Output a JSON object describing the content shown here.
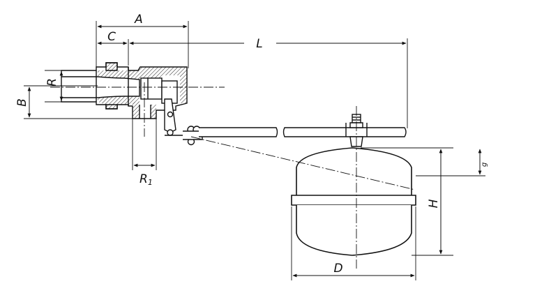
{
  "dimensions": {
    "A": "A",
    "C": "C",
    "L": "L",
    "R": "R",
    "B": "B",
    "R1_letter": "R",
    "R1_sub": "1",
    "g": "g",
    "H": "H",
    "D": "D"
  },
  "colors": {
    "ink": "#111111",
    "hatch": "#222222",
    "paper": "#ffffff"
  }
}
